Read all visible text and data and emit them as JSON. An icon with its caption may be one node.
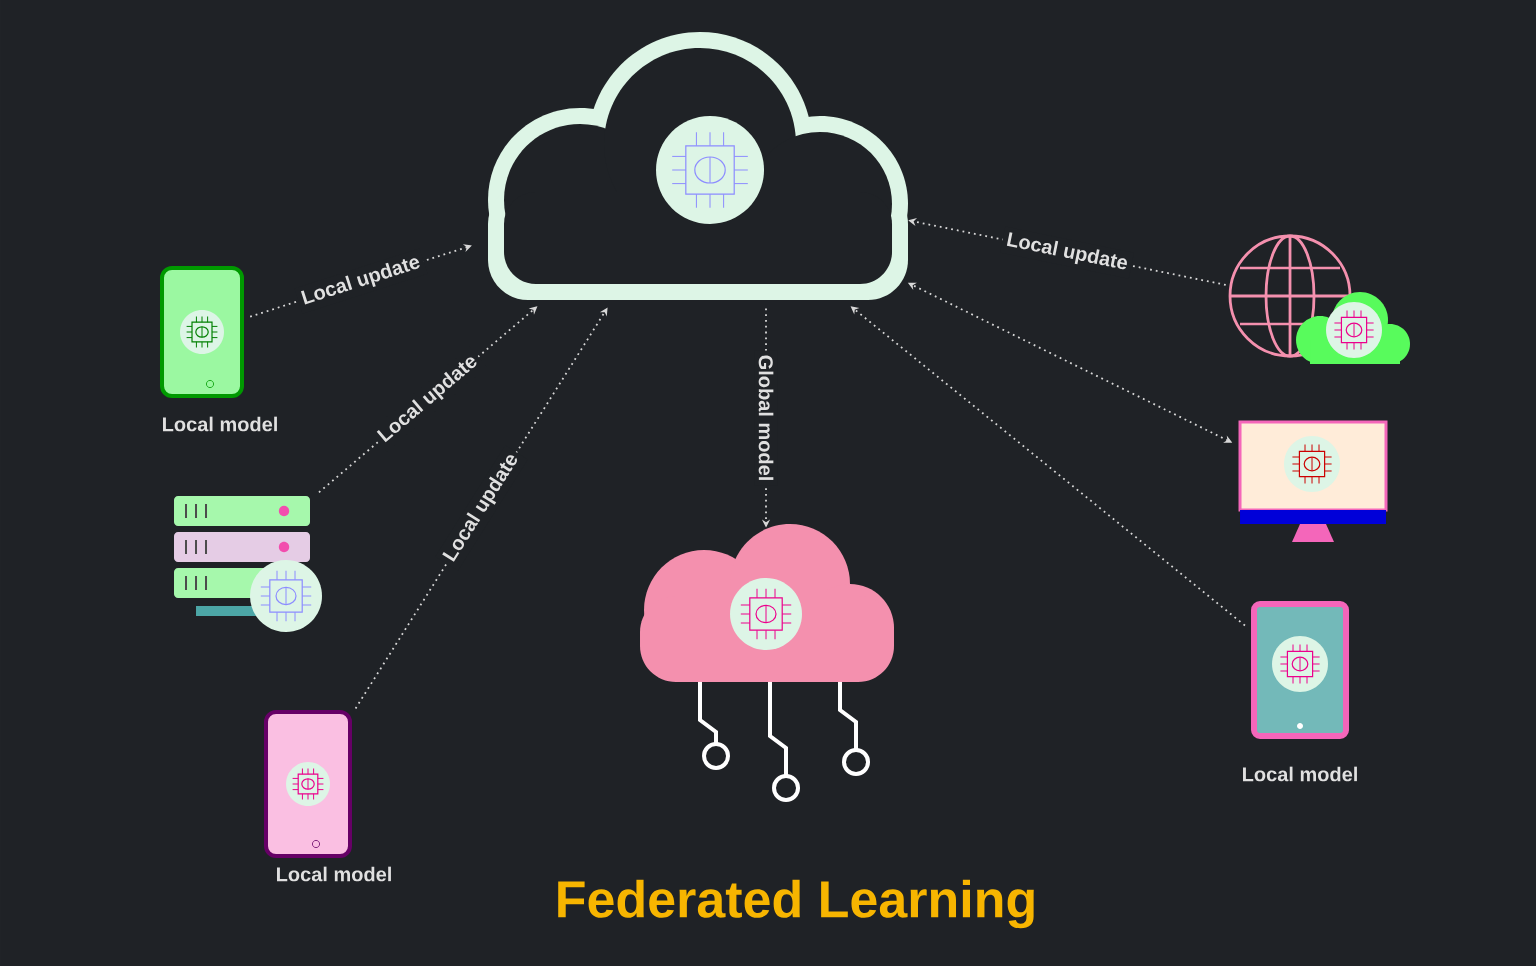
{
  "diagram": {
    "title": "Federated Learning",
    "nodes": [
      {
        "text": [],
        "shape": "cloud"
      },
      {
        "text": [],
        "shape": "picture",
        "beside": [
          "Local model"
        ]
      },
      {
        "text": [],
        "shape": "picture"
      },
      {
        "text": [],
        "shape": "picture",
        "beside": [
          "Local model"
        ]
      },
      {
        "text": [],
        "shape": "picture"
      },
      {
        "text": [],
        "shape": "picture"
      },
      {
        "text": [],
        "shape": "picture",
        "beside": [
          "Local model"
        ]
      },
      {
        "text": [],
        "shape": "cloud"
      }
    ],
    "edges": [
      {
        "from": 1,
        "to": 0,
        "arrow": "to",
        "label": "Local update"
      },
      {
        "from": 2,
        "to": 0,
        "arrow": "to",
        "label": "Local update"
      },
      {
        "from": 3,
        "to": 0,
        "arrow": "to",
        "label": "Local update"
      },
      {
        "from": 4,
        "to": 0,
        "arrow": "to",
        "label": "Local update"
      },
      {
        "from": 5,
        "to": 0,
        "arrow": "both"
      },
      {
        "from": 6,
        "to": 0,
        "arrow": "to"
      },
      {
        "from": 0,
        "to": 7,
        "arrow": "to",
        "label": "Global model"
      }
    ]
  }
}
